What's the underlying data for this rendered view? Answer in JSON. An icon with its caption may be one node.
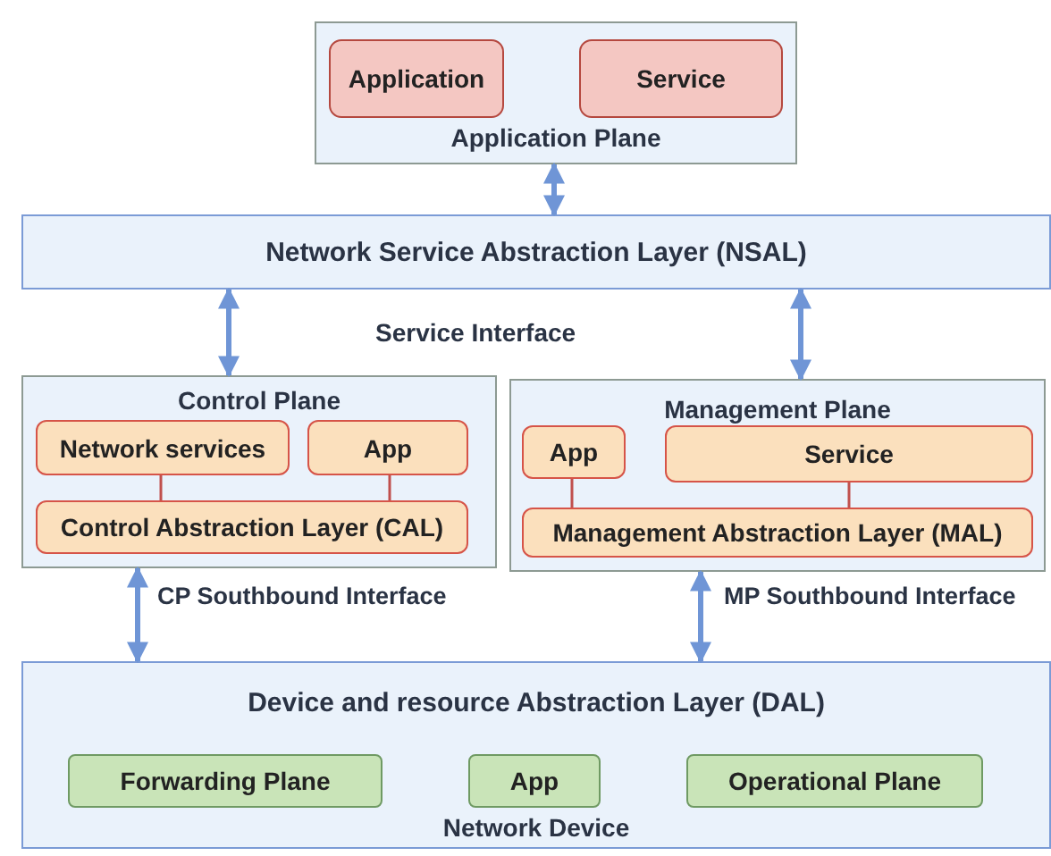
{
  "diagram": {
    "nodes": [
      {
        "text": [
          "Application Plane"
        ]
      },
      {
        "text": [
          "Application"
        ],
        "in": 0
      },
      {
        "text": [
          "Service"
        ],
        "in": 0
      },
      {
        "text": [
          "Network Service Abstraction Layer (NSAL)"
        ]
      },
      {
        "text": [
          "Control Plane"
        ]
      },
      {
        "text": [
          "Network services"
        ],
        "in": 4
      },
      {
        "text": [
          "App"
        ],
        "in": 4
      },
      {
        "text": [
          "Control Abstraction Layer (CAL)"
        ],
        "in": 4
      },
      {
        "text": [
          "Management Plane"
        ]
      },
      {
        "text": [
          "App"
        ],
        "in": 8
      },
      {
        "text": [
          "Service"
        ],
        "in": 8
      },
      {
        "text": [
          "Management Abstraction Layer (MAL)"
        ],
        "in": 8
      },
      {
        "text": [
          "Device and resource Abstraction Layer (DAL)",
          "Network Device"
        ]
      },
      {
        "text": [
          "Forwarding Plane"
        ],
        "in": 12
      },
      {
        "text": [
          "App"
        ],
        "in": 12
      },
      {
        "text": [
          "Operational Plane"
        ],
        "in": 12
      }
    ],
    "edges": [
      {
        "from": 0,
        "to": 3,
        "arrow": "both"
      },
      {
        "from": 3,
        "to": 4,
        "arrow": "both"
      },
      {
        "from": 3,
        "to": 8,
        "arrow": "both"
      },
      {
        "from": 5,
        "to": 7,
        "arrow": "none",
        "color": "#c0504d"
      },
      {
        "from": 6,
        "to": 7,
        "arrow": "none",
        "color": "#c0504d"
      },
      {
        "from": 9,
        "to": 11,
        "arrow": "none",
        "color": "#c0504d"
      },
      {
        "from": 10,
        "to": 11,
        "arrow": "none",
        "color": "#c0504d"
      },
      {
        "from": 4,
        "to": 12,
        "arrow": "both",
        "label": "CP Southbound Interface"
      },
      {
        "from": 8,
        "to": 12,
        "arrow": "both",
        "label": "MP Southbound Interface"
      }
    ],
    "labels": [
      "Service Interface"
    ]
  }
}
